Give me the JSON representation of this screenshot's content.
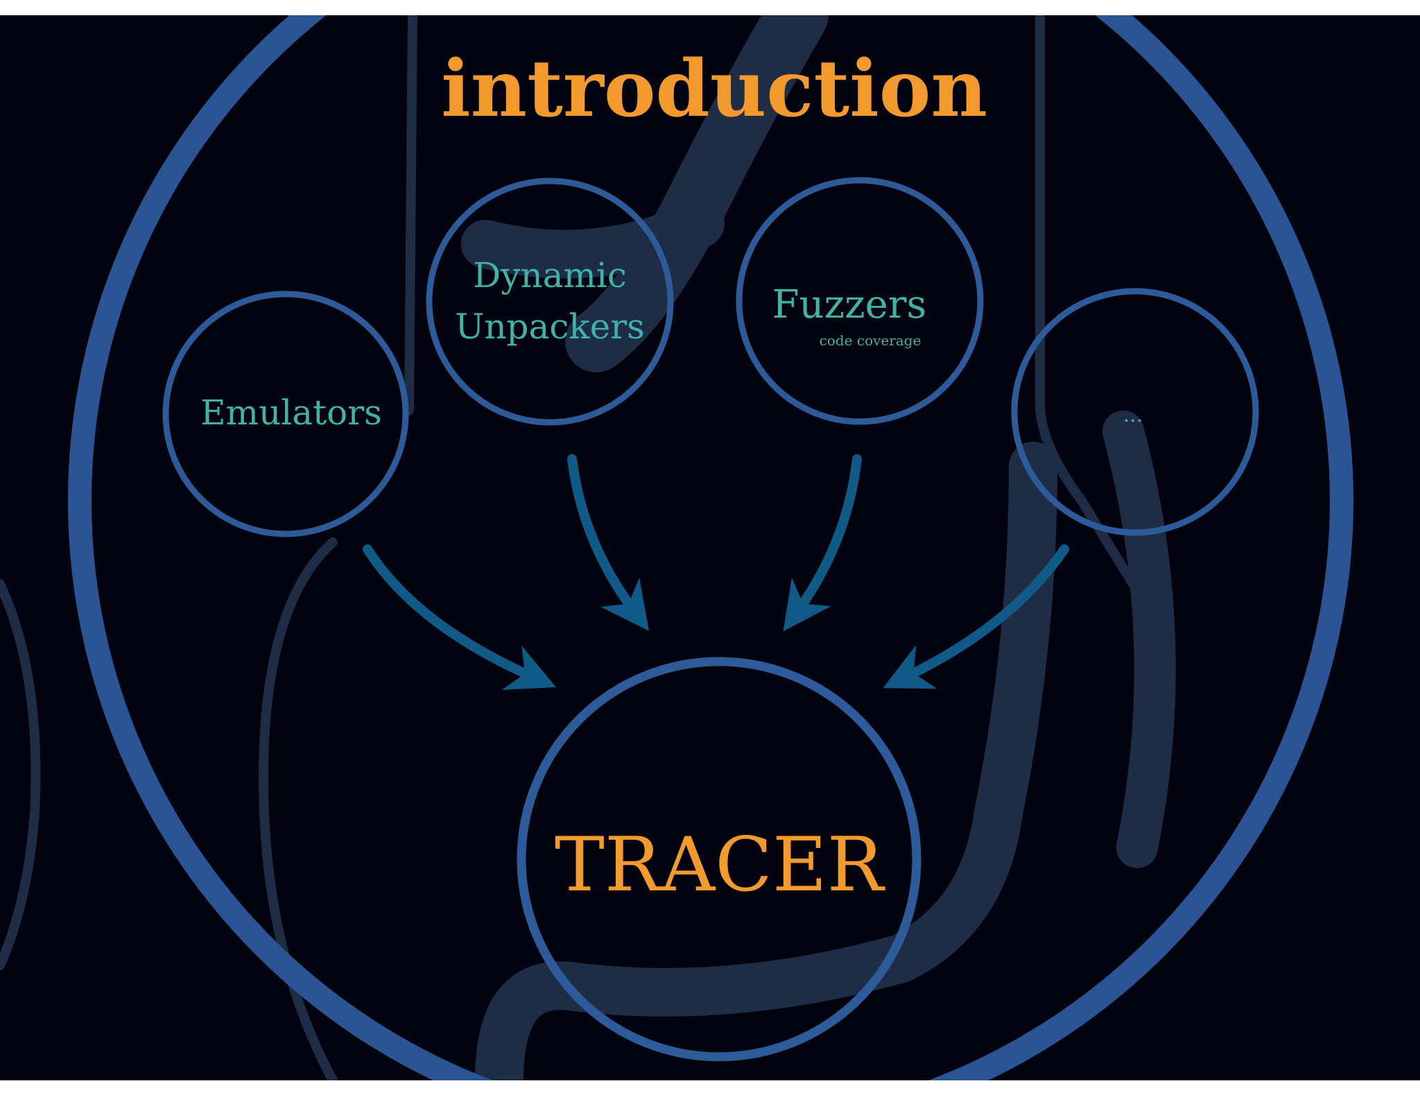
{
  "slide": {
    "title": "introduction",
    "nodes": [
      {
        "id": "emulators",
        "label": "Emulators",
        "sublabel": ""
      },
      {
        "id": "dynamic-unpackers",
        "label_line1": "Dynamic",
        "label_line2": "Unpackers"
      },
      {
        "id": "fuzzers",
        "label": "Fuzzers",
        "sublabel": "code coverage"
      },
      {
        "id": "more",
        "label": "..."
      }
    ],
    "target": {
      "label": "TRACER"
    }
  },
  "colors": {
    "background": "#03030f",
    "frame": "#2a5494",
    "circle": "#2d5a99",
    "arrow": "#0f5a86",
    "node_text": "#3fb3a6",
    "title_text": "#f29a2e",
    "watermark": "#1e2c46"
  }
}
